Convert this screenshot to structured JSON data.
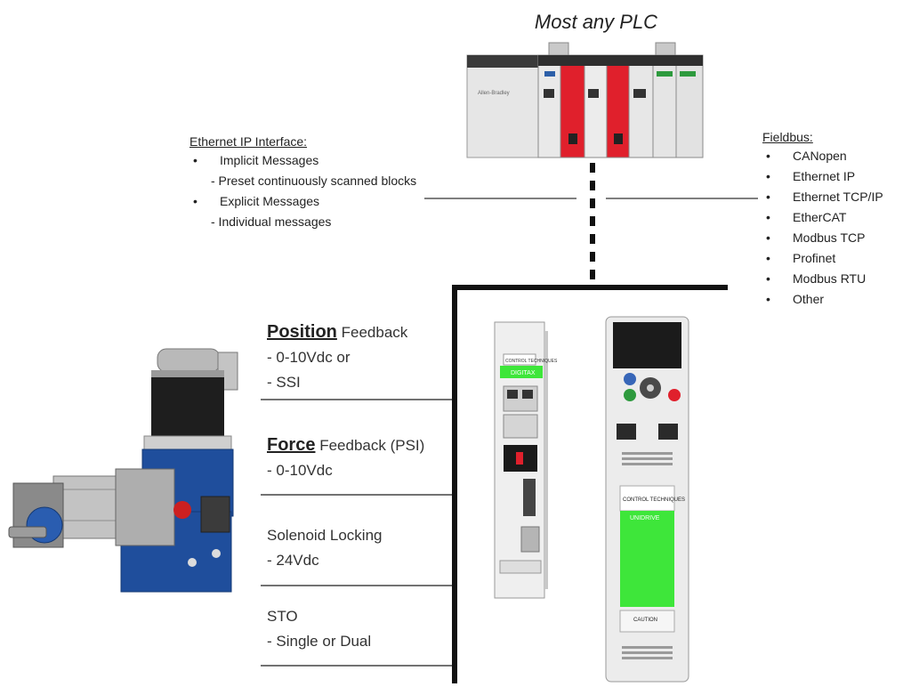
{
  "title": "Most any PLC",
  "ethernet_ip": {
    "heading": "Ethernet IP Interface:",
    "items": [
      {
        "label": "Implicit Messages",
        "note": "- Preset continuously scanned blocks"
      },
      {
        "label": "Explicit Messages",
        "note": "- Individual messages"
      }
    ]
  },
  "fieldbus": {
    "heading": "Fieldbus:",
    "items": [
      "CANopen",
      "Ethernet IP",
      "Ethernet TCP/IP",
      "EtherCAT",
      "Modbus TCP",
      "Profinet",
      "Modbus RTU",
      "Other"
    ]
  },
  "signals": {
    "position": {
      "bold": "Position",
      "rest": " Feedback",
      "l1": "- 0-10Vdc or",
      "l2": "- SSI"
    },
    "force": {
      "bold": "Force",
      "rest": " Feedback (PSI)",
      "l1": "- 0-10Vdc"
    },
    "solenoid": {
      "title": "Solenoid Locking",
      "l1": "- 24Vdc"
    },
    "sto": {
      "title": "STO",
      "l1": "- Single or Dual"
    }
  },
  "drive_small": {
    "brand": "CONTROL TECHNIQUES",
    "model": "DIGITAX"
  },
  "drive_large": {
    "brand": "CONTROL TECHNIQUES",
    "model": "UNIDRIVE",
    "caution": "CAUTION"
  },
  "plc": {
    "brand": "Allen-Bradley"
  },
  "colors": {
    "line": "#111111",
    "motor_blue": "#1f4e9c",
    "drive_green": "#3ee63a",
    "plc_red": "#e0202c"
  }
}
